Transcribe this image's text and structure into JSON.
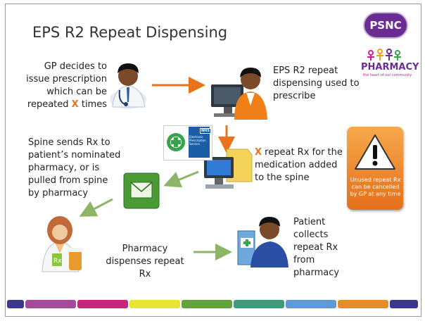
{
  "title": "EPS R2 Repeat Dispensing",
  "logos": {
    "psnc": "PSNC",
    "pharmacy": "PHARMACY",
    "pharmacy_tagline": "the heart of our community"
  },
  "steps": {
    "gp_prefix": "GP decides to issue prescription which can be repeated",
    "gp_x": "X",
    "gp_suffix": "times",
    "eps": "EPS R2 repeat dispensing used to prescribe",
    "repeat_x": "X",
    "repeat": "repeat Rx for the medication added to the spine",
    "spine": "Spine sends Rx to patient’s nominated pharmacy, or is pulled from spine by pharmacy",
    "dispense": "Pharmacy dispenses repeat Rx",
    "patient": "Patient collects repeat Rx from pharmacy"
  },
  "eps_badge": {
    "nhs": "NHS",
    "label": "Electronic Prescription Service"
  },
  "warning": {
    "text": "Unused repeat Rx can be cancelled by GP at any time"
  },
  "icons": [
    "gp-doctor-icon",
    "prescriber-computer-icon",
    "eps-logo-icon",
    "spine-computer-icon",
    "envelope-icon",
    "pharmacist-icon",
    "patient-icon",
    "warning-icon"
  ],
  "colors": {
    "orange_accent": "#e8731a",
    "arrow_green": "#8db565",
    "warning_orange": "#ee8a2c",
    "psnc_purple": "#6b2c91"
  },
  "footer_colors": [
    "#3a3a8c",
    "#a64a9b",
    "#c8267d",
    "#e8e434",
    "#62a33c",
    "#3e9a78",
    "#5c9ad8",
    "#e48d2a",
    "#3a3a8c"
  ]
}
